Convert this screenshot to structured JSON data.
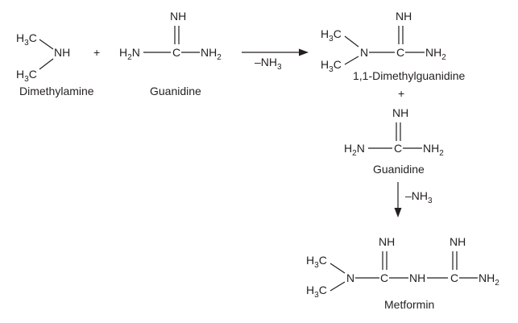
{
  "scheme": {
    "plus_1": "+",
    "plus_2": "+",
    "condition_1": "–NH",
    "condition_1_sub": "3",
    "condition_2": "–NH",
    "condition_2_sub": "3"
  },
  "compounds": {
    "dimethylamine": {
      "name": "Dimethylamine",
      "methyl_top": "H",
      "methyl_top_sub": "3",
      "methyl_top_c": "C",
      "methyl_bottom": "H",
      "methyl_bottom_sub": "3",
      "methyl_bottom_c": "C",
      "nh": "NH"
    },
    "guanidine_1": {
      "name": "Guanidine",
      "imine": "NH",
      "carbon": "C",
      "amine_left": "H",
      "amine_left_sub": "2",
      "amine_left_n": "N",
      "amine_right": "NH",
      "amine_right_sub": "2"
    },
    "dimethylguanidine": {
      "name": "1,1-Dimethylguanidine",
      "methyl_top": "H",
      "methyl_top_sub": "3",
      "methyl_top_c": "C",
      "methyl_bottom": "H",
      "methyl_bottom_sub": "3",
      "methyl_bottom_c": "C",
      "n": "N",
      "carbon": "C",
      "imine": "NH",
      "amine_right": "NH",
      "amine_right_sub": "2"
    },
    "guanidine_2": {
      "name": "Guanidine",
      "imine": "NH",
      "carbon": "C",
      "amine_left": "H",
      "amine_left_sub": "2",
      "amine_left_n": "N",
      "amine_right": "NH",
      "amine_right_sub": "2"
    },
    "metformin": {
      "name": "Metformin",
      "methyl_top": "H",
      "methyl_top_sub": "3",
      "methyl_top_c": "C",
      "methyl_bottom": "H",
      "methyl_bottom_sub": "3",
      "methyl_bottom_c": "C",
      "n": "N",
      "carbon_1": "C",
      "imine_1": "NH",
      "nh_bridge": "NH",
      "carbon_2": "C",
      "imine_2": "NH",
      "amine_right": "NH",
      "amine_right_sub": "2"
    }
  }
}
